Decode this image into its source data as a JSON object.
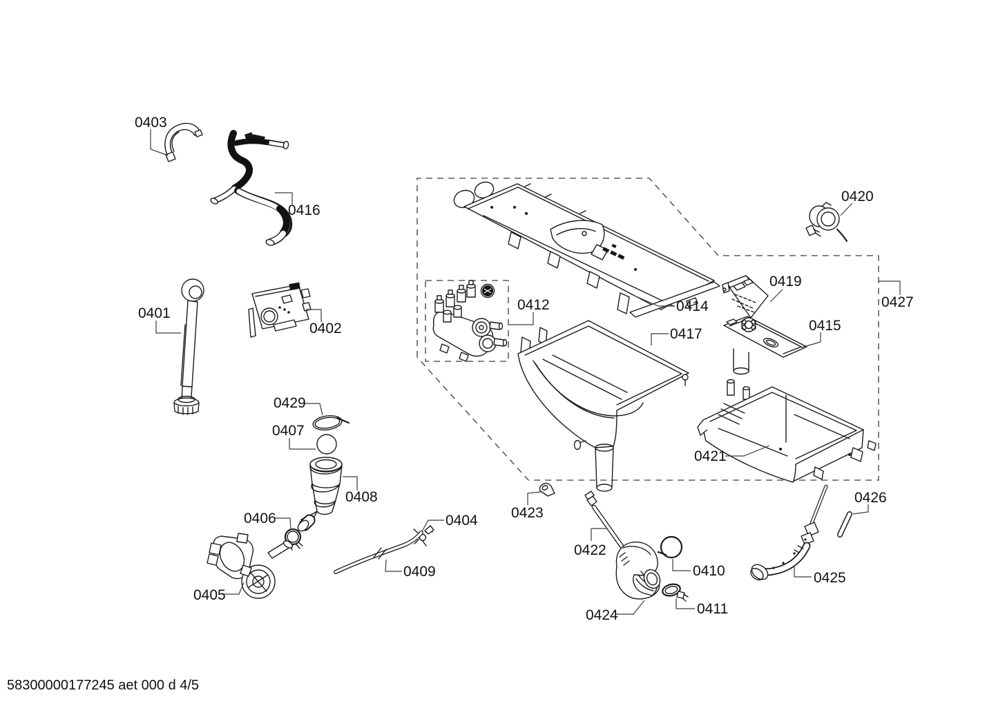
{
  "diagram": {
    "type": "exploded-parts-diagram",
    "footer": "58300000177245 aet 000 d 4/5",
    "labels": {
      "p0401": "0401",
      "p0402": "0402",
      "p0403": "0403",
      "p0404": "0404",
      "p0405": "0405",
      "p0406": "0406",
      "p0407": "0407",
      "p0408": "0408",
      "p0409": "0409",
      "p0410": "0410",
      "p0411": "0411",
      "p0412": "0412",
      "p0414": "0414",
      "p0415": "0415",
      "p0416": "0416",
      "p0417": "0417",
      "p0419": "0419",
      "p0420": "0420",
      "p0421": "0421",
      "p0422": "0422",
      "p0423": "0423",
      "p0424": "0424",
      "p0425": "0425",
      "p0426": "0426",
      "p0427": "0427",
      "p0429": "0429"
    }
  }
}
